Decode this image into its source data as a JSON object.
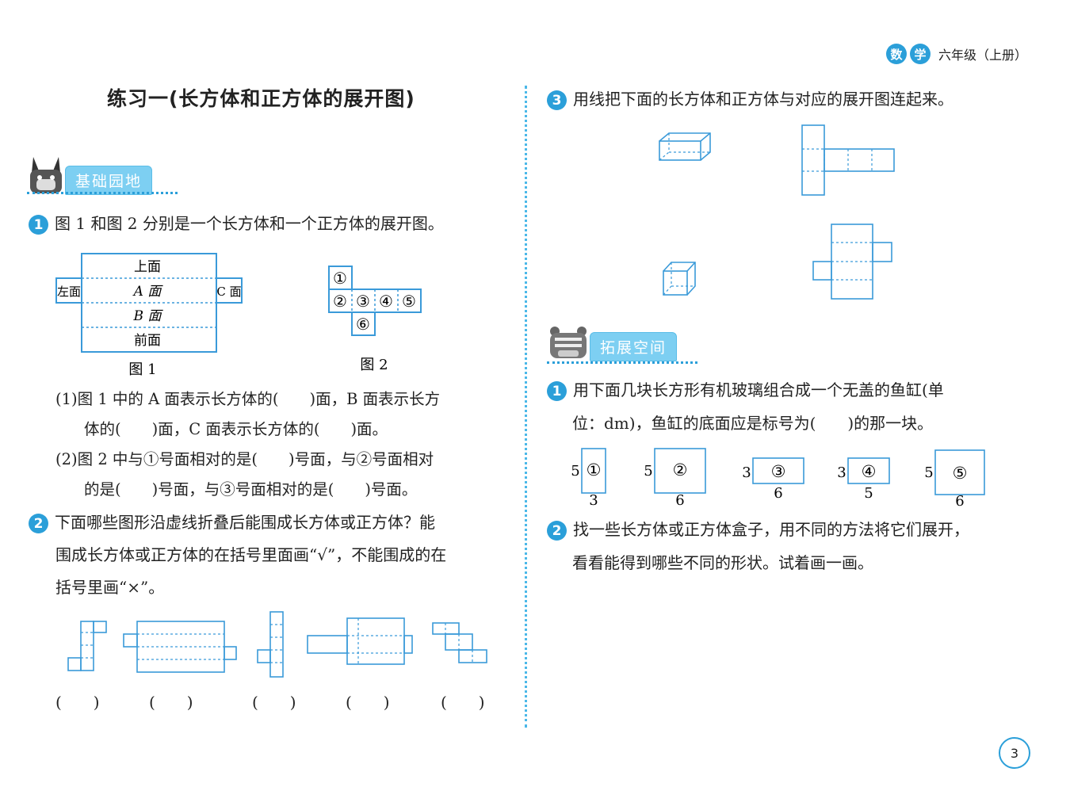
{
  "header": {
    "subject_1": "数",
    "subject_2": "学",
    "grade": "六年级（上册）"
  },
  "title": "练习一(长方体和正方体的展开图)",
  "section_basic": {
    "label": "基础园地"
  },
  "section_extend": {
    "label": "拓展空间"
  },
  "q1": {
    "num": "1",
    "text": "图 1 和图 2 分别是一个长方体和一个正方体的展开图。",
    "fig1": {
      "top": "上面",
      "left": "左面",
      "a": "A 面",
      "c": "C 面",
      "b": "B 面",
      "front": "前面",
      "caption": "图 1"
    },
    "fig2": {
      "cells": [
        "①",
        "②",
        "③",
        "④",
        "⑤",
        "⑥"
      ],
      "caption": "图 2"
    },
    "sub1_line1": "(1)图 1 中的 A 面表示长方体的(　　)面，B 面表示长方",
    "sub1_line2": "体的(　　)面，C 面表示长方体的(　　)面。",
    "sub2_line1": "(2)图 2 中与①号面相对的是(　　)号面，与②号面相对",
    "sub2_line2": "的是(　　)号面，与③号面相对的是(　　)号面。"
  },
  "q2": {
    "num": "2",
    "line1": "下面哪些图形沿虚线折叠后能围成长方体或正方体？能",
    "line2": "围成长方体或正方体的在括号里面画“√”，不能围成的在",
    "line3": "括号里画“×”。",
    "parens": [
      "(　　)",
      "(　　)",
      "(　　)",
      "(　　)",
      "(　　)"
    ]
  },
  "q3": {
    "num": "3",
    "text": "用线把下面的长方体和正方体与对应的展开图连起来。"
  },
  "ext1": {
    "num": "1",
    "line1": "用下面几块长方形有机玻璃组合成一个无盖的鱼缸(单",
    "line2": "位：dm)，鱼缸的底面应是标号为(　　)的那一块。",
    "pieces": [
      {
        "label": "①",
        "h": "5",
        "w": "3"
      },
      {
        "label": "②",
        "h": "5",
        "w": "6"
      },
      {
        "label": "③",
        "h": "3",
        "w": "6"
      },
      {
        "label": "④",
        "h": "3",
        "w": "5"
      },
      {
        "label": "⑤",
        "h": "5",
        "w": "6"
      }
    ]
  },
  "ext2": {
    "num": "2",
    "line1": "找一些长方体或正方体盒子，用不同的方法将它们展开，",
    "line2": "看看能得到哪些不同的形状。试着画一画。"
  },
  "page_number": "3",
  "colors": {
    "accent": "#2b9fd9",
    "line": "#3a9ad9"
  }
}
